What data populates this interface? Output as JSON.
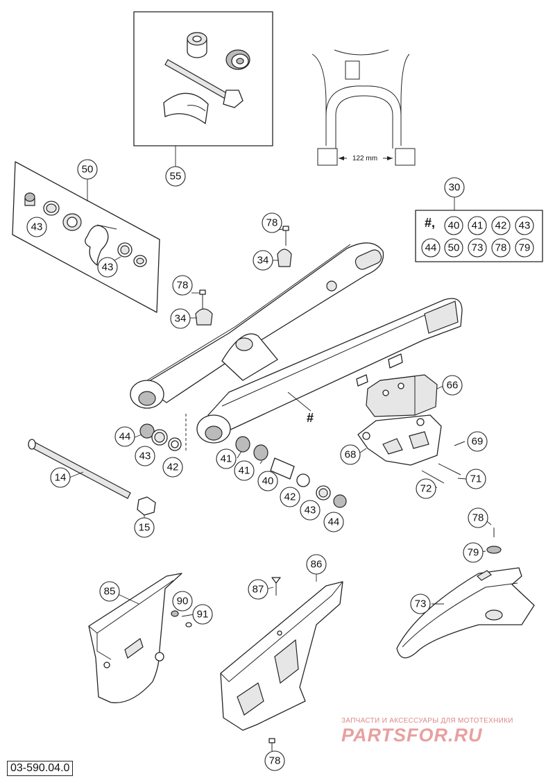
{
  "diagram_code": "03-590.04.0",
  "dimension_label": "122 mm",
  "main_part_marker": "#",
  "kit_box": {
    "title_number": "30",
    "items": [
      "#,",
      "40",
      "41",
      "42",
      "43",
      "44",
      "50",
      "73",
      "78",
      "79"
    ]
  },
  "callouts": {
    "c55": "55",
    "c50": "50",
    "c43a": "43",
    "c43b": "43",
    "c30": "30",
    "c78a": "78",
    "c34a": "34",
    "c78b": "78",
    "c34b": "34",
    "c66": "66",
    "c68": "68",
    "c69": "69",
    "c71": "71",
    "c72": "72",
    "c44a": "44",
    "c43c": "43",
    "c42a": "42",
    "c14": "14",
    "c15": "15",
    "c41a": "41",
    "c41b": "41",
    "c40": "40",
    "c42b": "42",
    "c43d": "43",
    "c44b": "44",
    "c78c": "78",
    "c79": "79",
    "c73": "73",
    "c86": "86",
    "c87": "87",
    "c85": "85",
    "c90": "90",
    "c91": "91",
    "c78d": "78"
  },
  "watermark": {
    "tagline": "ЗАПЧАСТИ И АКСЕССУАРЫ ДЛЯ МОТОТЕХНИКИ",
    "logo": "PARTSFOR.RU"
  }
}
